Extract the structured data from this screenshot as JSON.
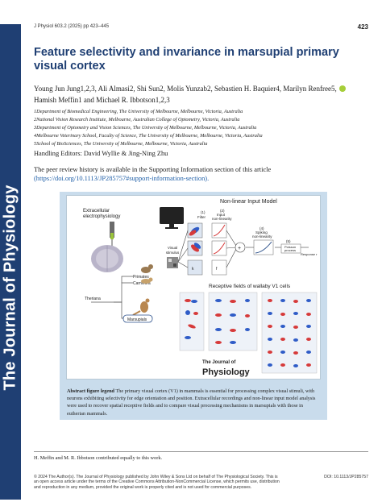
{
  "journal": {
    "spine_title": "The Journal of Physiology",
    "running_head": "J Physiol 603.2 (2025) pp 423–445",
    "page_number": "423"
  },
  "article": {
    "title": "Feature selectivity and invariance in marsupial primary visual cortex",
    "authors_line1": "Young Jun Jung1,2,3, Ali Almasi2, Shi Sun2, Molis Yunzab2, Sebastien H. Baquier4, Marilyn Renfree5,",
    "authors_line2": "Hamish Meffin1 and Michael R. Ibbotson1,2,3",
    "affiliations": [
      "1Department of Biomedical Engineering, The University of Melbourne, Melbourne, Victoria, Australia",
      "2National Vision Research Institute, Melbourne, Australian College of Optometry, Victoria, Australia",
      "3Department of Optometry and Vision Sciences, The University of Melbourne, Melbourne, Victoria, Australia",
      "4Melbourne Veterinary School, Faculty of Science, The University of Melbourne, Melbourne, Victoria, Australia",
      "5School of BioSciences, The University of Melbourne, Melbourne, Victoria, Australia"
    ],
    "handling_editors": "Handling Editors: David Wyllie & Jing-Ning Zhu",
    "history_text": "The peer review history is available in the Supporting Information section of this article",
    "history_link": "(https://doi.org/10.1113/JP285757#support-information-section)."
  },
  "figure": {
    "title_nonlinear": "Non-linear Input Model",
    "extracellular": "Extracellular",
    "electrophysiology": "electrophysiology",
    "filter_1": "(1)",
    "filter_1b": "Filter",
    "input_2": "(2)",
    "input_2b": "Input",
    "input_2c": "non-linearity",
    "spiking_4": "(4)",
    "spiking_4b": "Spiking",
    "spiking_4c": "non-linearity",
    "poisson_5": "(5)",
    "poisson_5b": "Poisson",
    "poisson_5c": "process",
    "visual_stimulus": "Visual",
    "visual_stimulus2": "stimulus",
    "response": "Response r",
    "primates": "Primates",
    "carnivora": "Carnivora",
    "theriana": "Theriana",
    "marsupials": "Marsupials",
    "rf_title": "Receptive fields of wallaby V1 cells",
    "journal_logo_small": "The Journal of",
    "journal_logo_big": "Physiology"
  },
  "abstract_legend": {
    "label": "Abstract figure legend",
    "text": "The primary visual cortex (V1) in mammals is essential for processing complex visual stimuli, with neurons exhibiting selectivity for edge orientation and position. Extracellular recordings and non-linear input model analysis were used to recover spatial receptive fields and to compare visual processing mechanisms in marsupials with those in eutherian mammals."
  },
  "footer": {
    "footnote": "H. Meffin and M. R. Ibbotson contributed equally to this work.",
    "copyright": "© 2024 The Author(s). The Journal of Physiology published by John Wiley & Sons Ltd on behalf of The Physiological Society. This is an open access article under the terms of the Creative Commons Attribution-NonCommercial License, which permits use, distribution and reproduction in any medium, provided the original work is properly cited and is not used for commercial purposes.",
    "doi": "DOI: 10.1113/JP285757"
  },
  "colors": {
    "brand_navy": "#1f3f73",
    "abstract_bg": "#c9dcec",
    "link": "#1f5fa8",
    "orcid": "#a6ce39"
  }
}
